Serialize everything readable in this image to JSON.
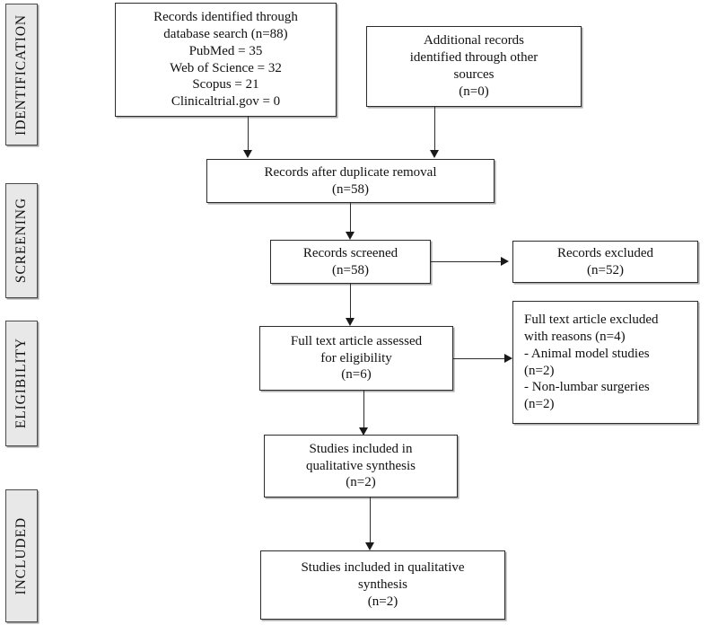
{
  "diagram": {
    "type": "prisma-flow-diagram",
    "title": "",
    "stages": [
      {
        "id": "identification",
        "label": "IDENTIFICATION"
      },
      {
        "id": "screening",
        "label": "SCREENING"
      },
      {
        "id": "eligibility",
        "label": "ELIGIBILITY"
      },
      {
        "id": "included",
        "label": "INCLUDED"
      }
    ],
    "boxes": [
      {
        "id": "records-identified",
        "text": "Records identified through\ndatabase search (n=88)\nPubMed = 35\nWeb of Science = 32\nScopus = 21\nClinicaltrial.gov = 0"
      },
      {
        "id": "additional-records",
        "text": "Additional records\nidentified through other\nsources\n(n=0)"
      },
      {
        "id": "records-after-duplicate-removal",
        "text": "Records after duplicate removal\n(n=58)"
      },
      {
        "id": "records-screened",
        "text": "Records screened\n(n=58)"
      },
      {
        "id": "records-excluded",
        "text": "Records excluded\n(n=52)"
      },
      {
        "id": "full-text-assessed",
        "text": "Full text article assessed\nfor eligibility\n(n=6)"
      },
      {
        "id": "full-text-excluded",
        "text": "Full text article excluded\nwith reasons (n=4)\n   -  Animal model studies\n      (n=2)\n   -  Non-lumbar surgeries\n      (n=2)"
      },
      {
        "id": "qualitative-synthesis-1",
        "text": "Studies included in\nqualitative synthesis\n(n=2)"
      },
      {
        "id": "qualitative-synthesis-2",
        "text": "Studies included in qualitative\nsynthesis\n(n=2)"
      }
    ],
    "counts": {
      "identified_total": 88,
      "pubmed": 35,
      "web_of_science": 32,
      "scopus": 21,
      "clinicaltrial_gov": 0,
      "additional_sources": 0,
      "after_duplicate_removal": 58,
      "screened": 58,
      "excluded_screening": 52,
      "full_text_assessed": 6,
      "full_text_excluded": 4,
      "excluded_animal_model": 2,
      "excluded_non_lumbar": 2,
      "included_qualitative": 2
    },
    "colors": {
      "box_border": "#2b2b2b",
      "box_fill": "#ffffff",
      "stage_fill": "#e8e8e8",
      "stage_border": "#4a4a4a",
      "connector": "#2b2b2b",
      "text": "#111111"
    }
  }
}
